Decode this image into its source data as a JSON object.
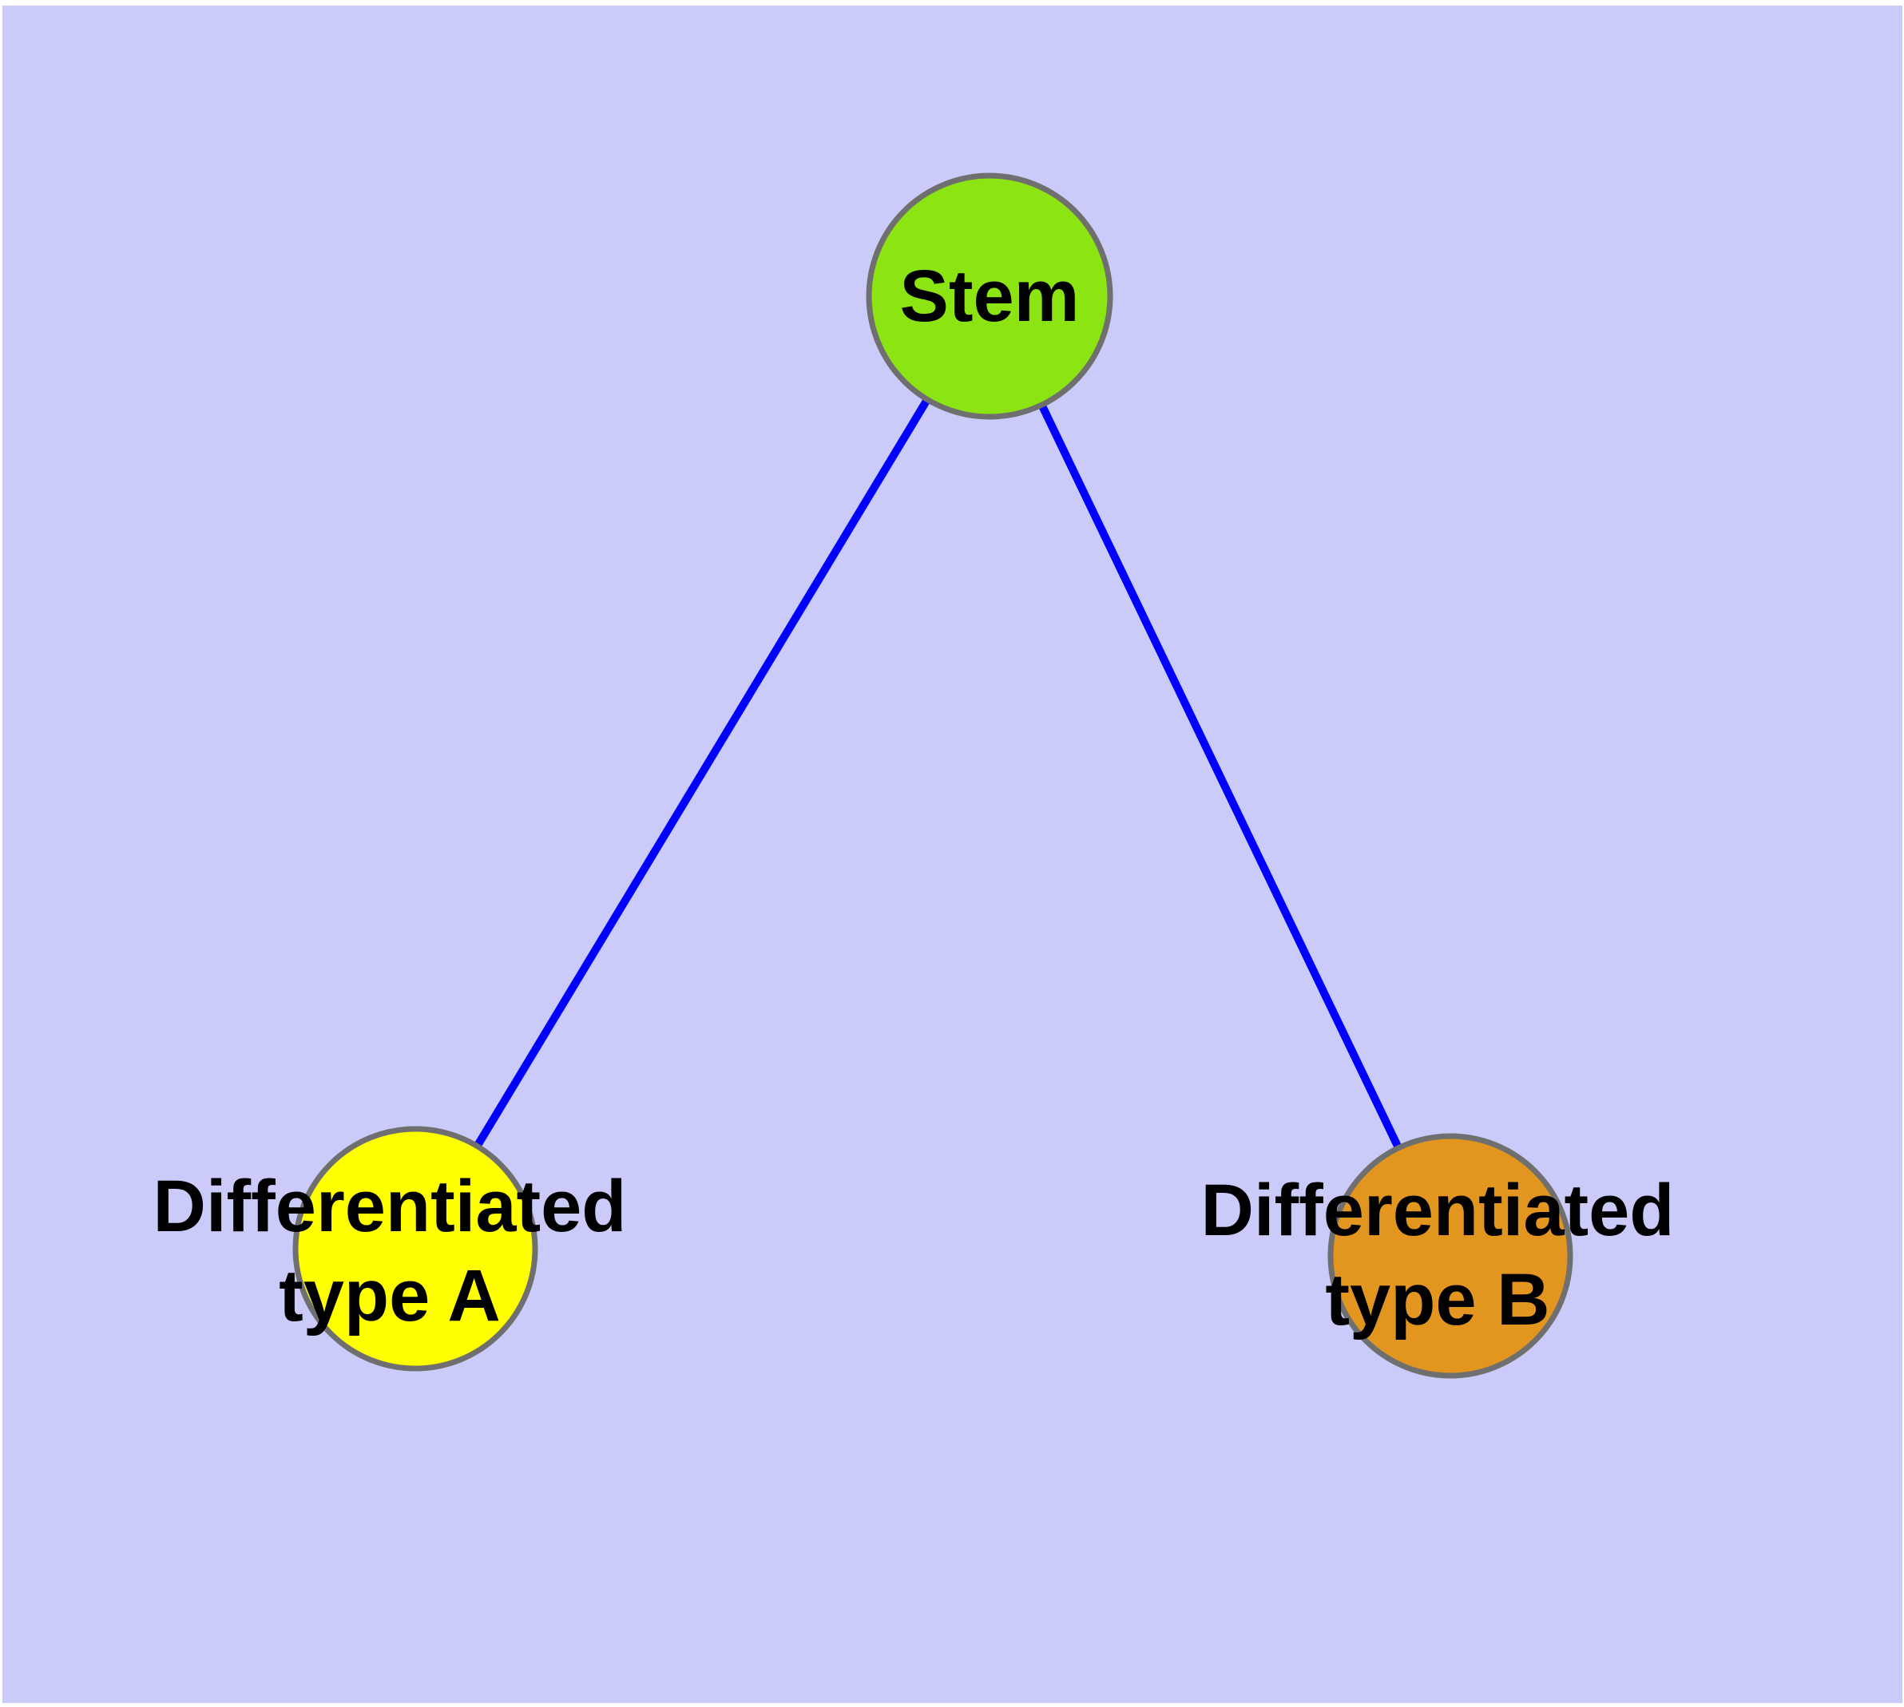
{
  "colors": {
    "page_margin": "#FFFFFF",
    "background": "#CBCBF9",
    "edge": "#0000FF",
    "node_border": "#6F6F6F",
    "label_text": "#000000"
  },
  "graph": {
    "type": "node-link-diagram",
    "nodes": [
      {
        "id": "stem",
        "label": "Stem",
        "color": "#8CE412"
      },
      {
        "id": "type-a",
        "label_line1": "Differentiated",
        "label_line2": "type A",
        "label": "Differentiated type A",
        "color": "#FFFF00"
      },
      {
        "id": "type-b",
        "label_line1": "Differentiated",
        "label_line2": "type B",
        "label": "Differentiated type B",
        "color": "#E2961F"
      }
    ],
    "edges": [
      {
        "from": "stem",
        "to": "type-a"
      },
      {
        "from": "stem",
        "to": "type-b"
      }
    ]
  }
}
